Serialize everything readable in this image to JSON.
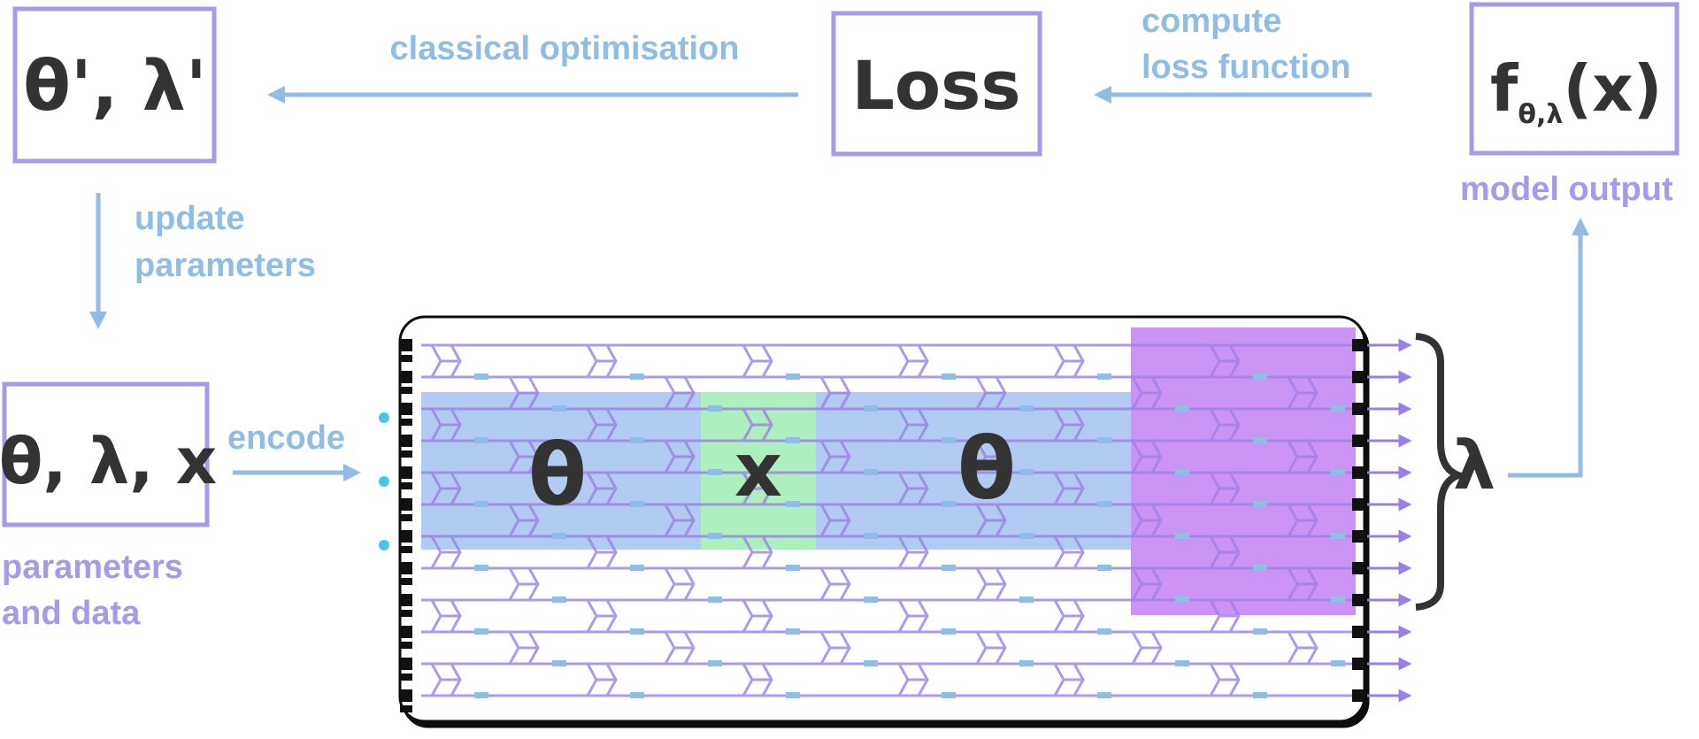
{
  "colors": {
    "arrow_blue": "#8fbde6",
    "box_border_purple": "#a899ea",
    "label_purple": "#a899ea",
    "waveguide_purple": "#9b7fe6",
    "region_theta_blue": "#7ea8ea",
    "region_x_green": "#8ae8a4",
    "region_lambda_purple": "#b565f0",
    "text_dark": "#333333"
  },
  "boxes": {
    "updated_params": "θ', λ'",
    "loss": "Loss",
    "model_output_main": "f",
    "model_output_sub": "θ,λ",
    "model_output_arg": "(x)",
    "inputs": "θ, λ, x"
  },
  "labels": {
    "classical_optimisation": "classical optimisation",
    "compute_line1": "compute",
    "compute_line2": "loss function",
    "model_output": "model output",
    "update_line1": "update",
    "update_line2": "parameters",
    "encode": "encode",
    "params_data_line1": "parameters",
    "params_data_line2": "and data"
  },
  "circuit": {
    "theta_left": "θ",
    "x_region": "x",
    "theta_right": "θ",
    "lambda": "λ",
    "num_modes": 12
  }
}
